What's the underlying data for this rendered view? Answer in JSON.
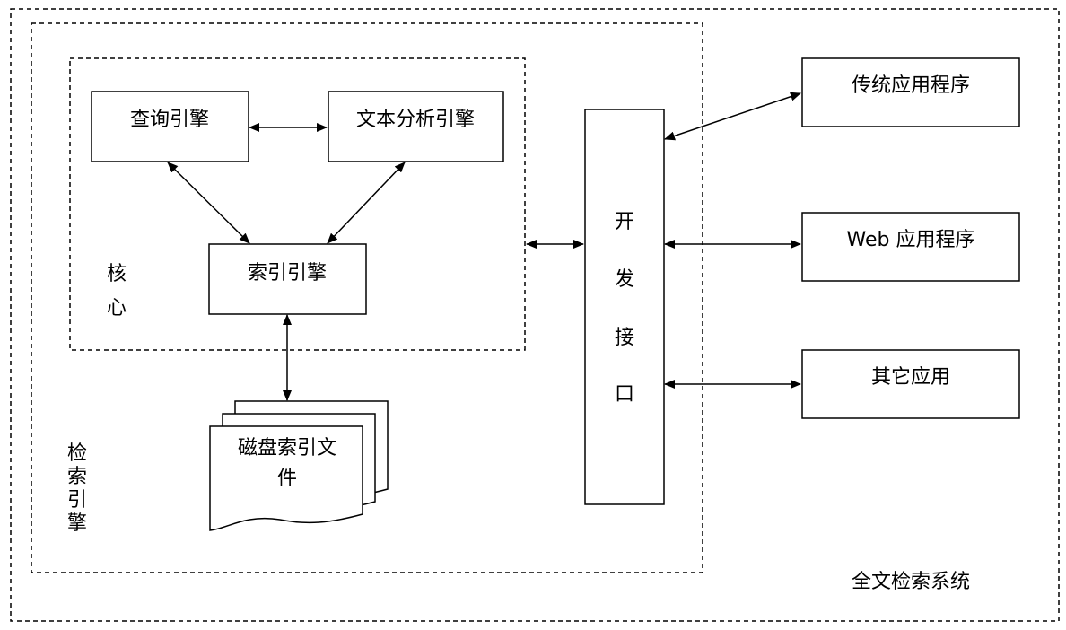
{
  "diagram": {
    "system_label": "全文检索系统",
    "engine_label": [
      "检",
      "索",
      "引",
      "擎"
    ],
    "core_label": [
      "核",
      "心"
    ],
    "nodes": {
      "query_engine": "查询引擎",
      "text_analysis_engine": "文本分析引擎",
      "index_engine": "索引引擎",
      "disk_index_files": [
        "磁盘索引文",
        "件"
      ],
      "dev_interface": [
        "开",
        "发",
        "接",
        "口"
      ],
      "traditional_app": "传统应用程序",
      "web_app": "Web 应用程序",
      "other_app": "其它应用"
    }
  }
}
